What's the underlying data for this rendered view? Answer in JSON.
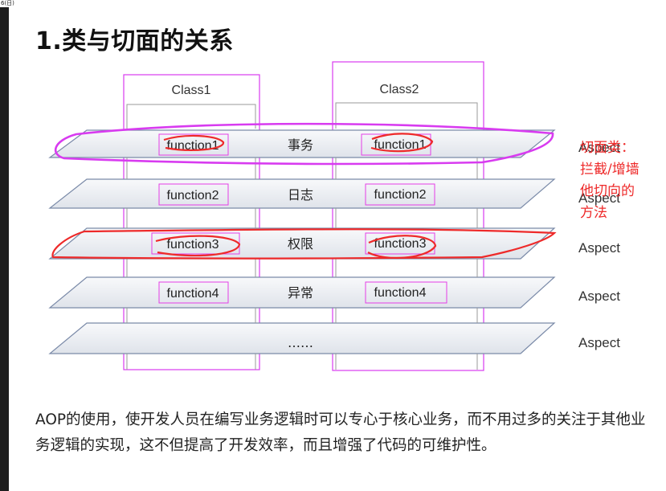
{
  "corner_label": "6(日)",
  "title": "1.类与切面的关系",
  "diagram": {
    "classes": [
      "Class1",
      "Class2"
    ],
    "layers": [
      {
        "fn1": "function1",
        "mid": "事务",
        "fn2": "function1",
        "right": "Aspect"
      },
      {
        "fn1": "function2",
        "mid": "日志",
        "fn2": "function2",
        "right": "Aspect"
      },
      {
        "fn1": "function3",
        "mid": "权限",
        "fn2": "function3",
        "right": "Aspect"
      },
      {
        "fn1": "function4",
        "mid": "异常",
        "fn2": "function4",
        "right": "Aspect"
      },
      {
        "fn1": "",
        "mid": "……",
        "fn2": "",
        "right": "Aspect"
      }
    ],
    "annotation": [
      "切面类：",
      "拦截/增墙",
      "他切向的",
      "方法"
    ],
    "colors": {
      "plane_stroke": "#7a8aa8",
      "plane_fill_top": "#f8f9fb",
      "plane_fill_bottom": "#dfe3ea",
      "magenta": "#d83bf0",
      "red": "#ee2a2a",
      "highlight": "#e43de6"
    }
  },
  "paragraph": "AOP的使用，使开发人员在编写业务逻辑时可以专心于核心业务，而不用过多的关注于其他业务逻辑的实现，这不但提高了开发效率，而且增强了代码的可维护性。"
}
